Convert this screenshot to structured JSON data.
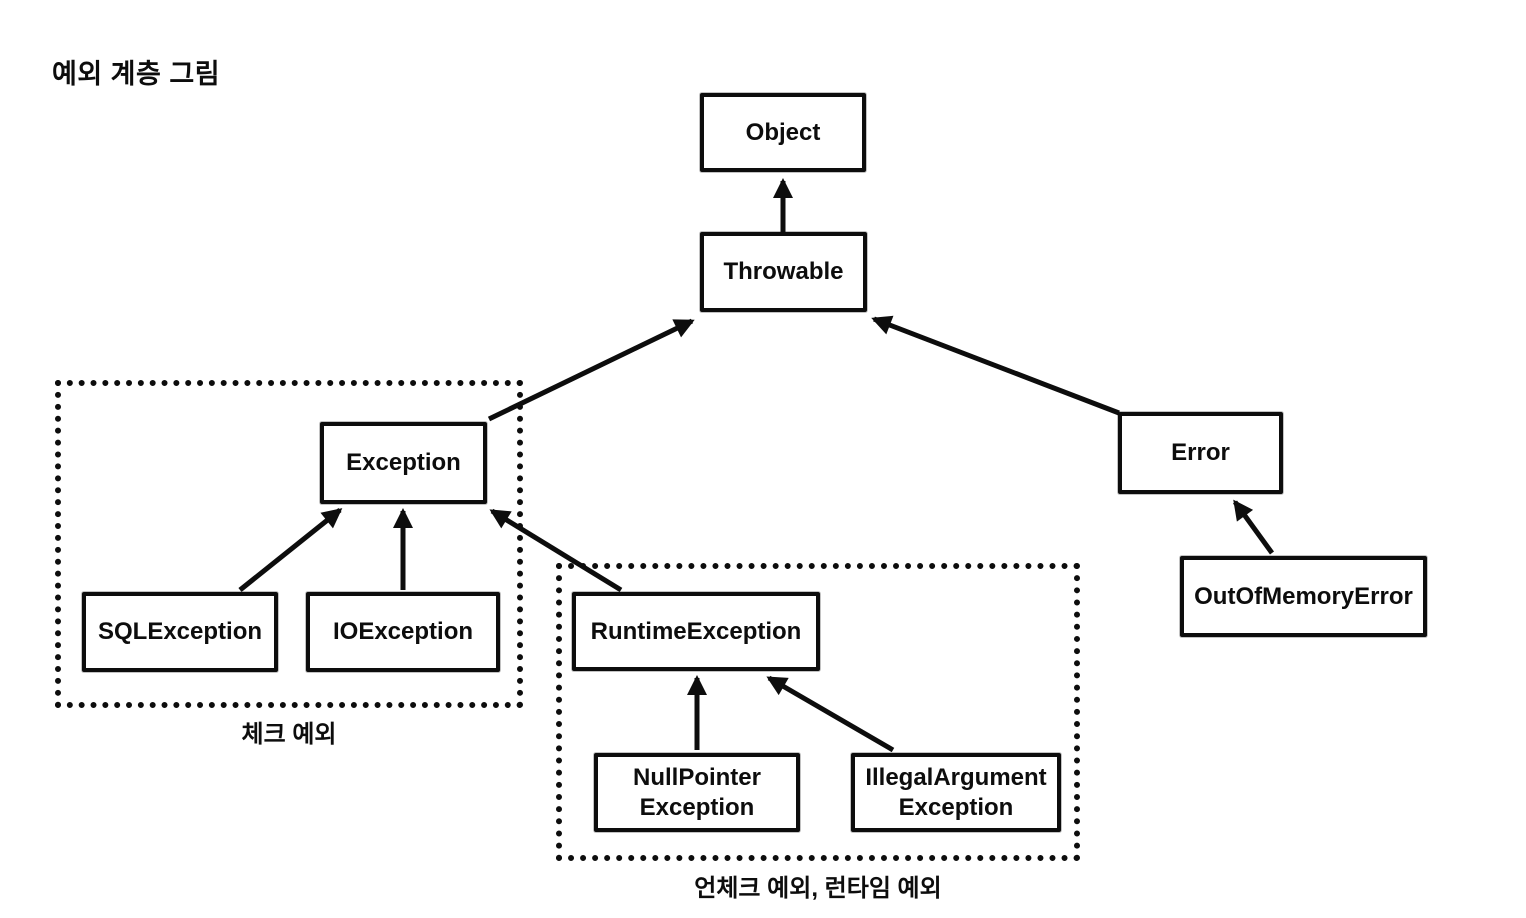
{
  "title": "예외 계층 그림",
  "diagram": {
    "nodes": {
      "object": "Object",
      "throwable": "Throwable",
      "exception": "Exception",
      "error": "Error",
      "sql_exception": "SQLException",
      "io_exception": "IOException",
      "runtime_exception": "RuntimeException",
      "out_of_memory_error": "OutOfMemoryError",
      "null_pointer_exception": "NullPointer\nException",
      "illegal_argument_exception": "IllegalArgument\nException"
    },
    "groups": {
      "checked_label": "체크 예외",
      "unchecked_label": "언체크 예외, 런타임 예외"
    },
    "edges": [
      {
        "from": "Throwable",
        "to": "Object"
      },
      {
        "from": "Exception",
        "to": "Throwable"
      },
      {
        "from": "Error",
        "to": "Throwable"
      },
      {
        "from": "SQLException",
        "to": "Exception"
      },
      {
        "from": "IOException",
        "to": "Exception"
      },
      {
        "from": "RuntimeException",
        "to": "Exception"
      },
      {
        "from": "OutOfMemoryError",
        "to": "Error"
      },
      {
        "from": "NullPointerException",
        "to": "RuntimeException"
      },
      {
        "from": "IllegalArgumentException",
        "to": "RuntimeException"
      }
    ],
    "colors": {
      "stroke": "#0d0d0d",
      "background": "#ffffff"
    }
  }
}
